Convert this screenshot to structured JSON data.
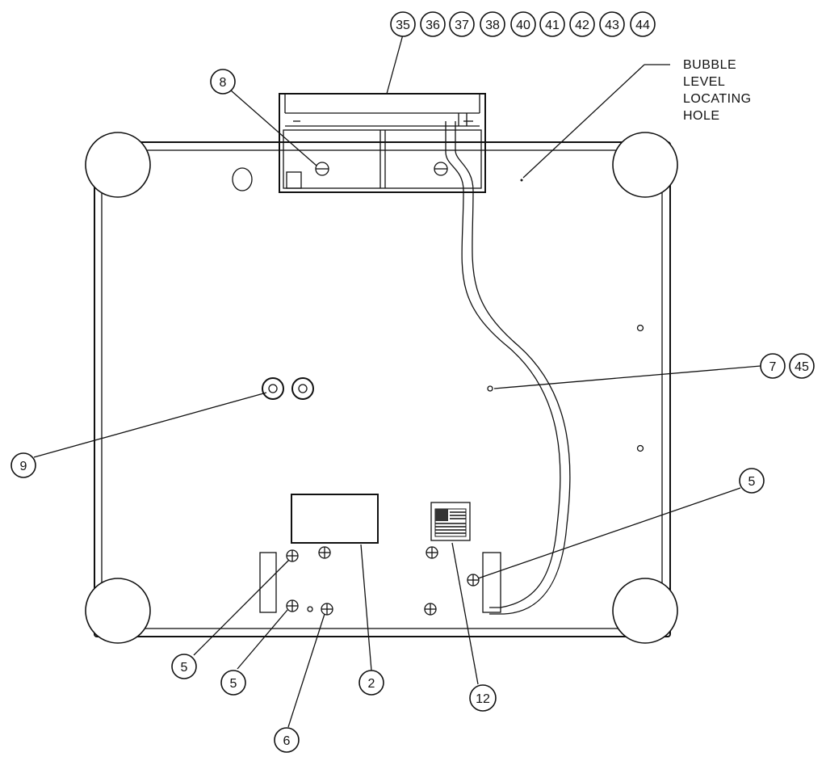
{
  "callouts": {
    "top_row": [
      "35",
      "36",
      "37",
      "38",
      "40",
      "41",
      "42",
      "43",
      "44"
    ],
    "c8": "8",
    "c7": "7",
    "c45": "45",
    "c9": "9",
    "c5_right": "5",
    "c5_left_a": "5",
    "c5_left_b": "5",
    "c2": "2",
    "c12": "12",
    "c6": "6"
  },
  "note": {
    "lines": [
      "BUBBLE",
      "LEVEL",
      "LOCATING",
      "HOLE"
    ]
  }
}
